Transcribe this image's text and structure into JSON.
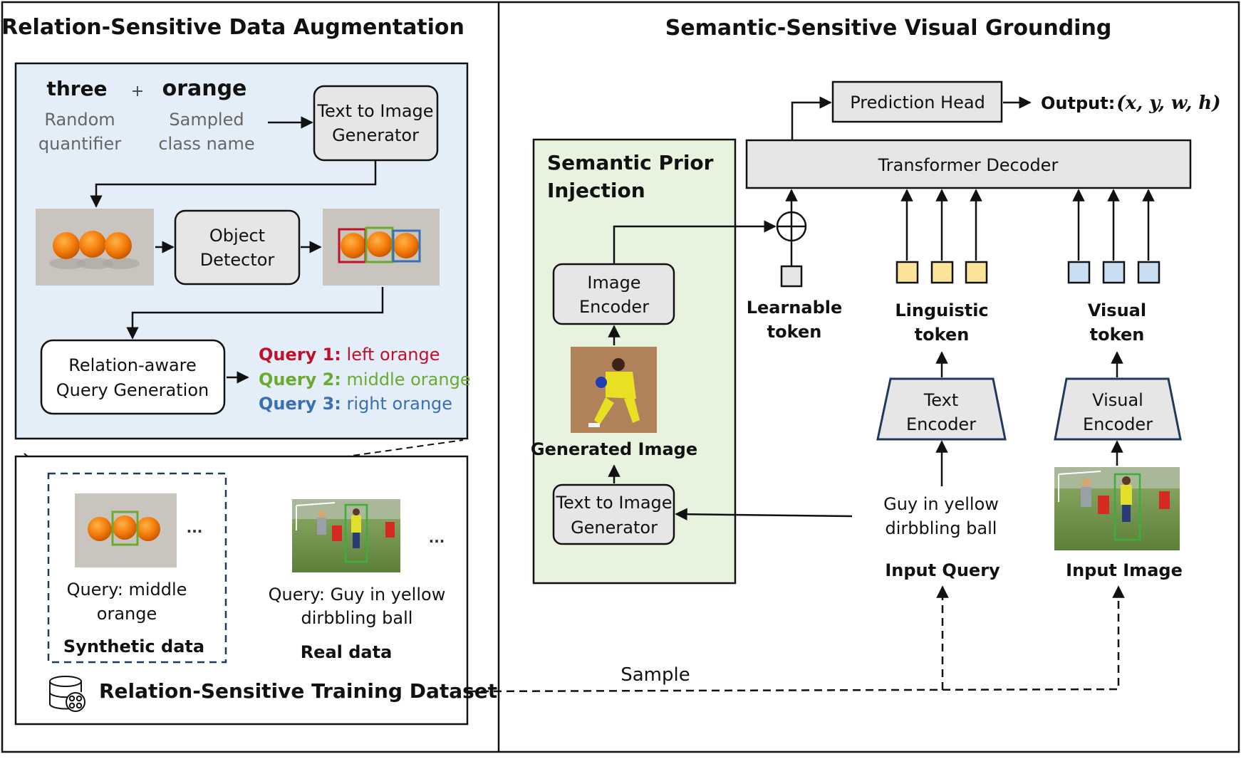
{
  "left_panel": {
    "title": "Relation-Sensitive Data Augmentation",
    "word_three": "three",
    "plus": "+",
    "word_orange": "orange",
    "random_quantifier_1": "Random",
    "random_quantifier_2": "quantifier",
    "sampled_1": "Sampled",
    "sampled_2": "class name",
    "t2i_1": "Text to Image",
    "t2i_2": "Generator",
    "detector_1": "Object",
    "detector_2": "Detector",
    "relation_1": "Relation-aware",
    "relation_2": "Query Generation",
    "queries": [
      {
        "label": "Query 1:",
        "text": " left orange",
        "color": "#c0102a"
      },
      {
        "label": "Query 2:",
        "text": " middle orange",
        "color": "#6aab2e"
      },
      {
        "label": "Query 3:",
        "text": " right orange",
        "color": "#3a6fb5"
      }
    ],
    "ellipsis": "...",
    "synthetic_query_1": "Query: middle",
    "synthetic_query_2": "orange",
    "synthetic_label": "Synthetic data",
    "real_query_1": "Query: Guy in yellow",
    "real_query_2": "dirbbling ball",
    "real_label": "Real data",
    "dataset_label": "Relation-Sensitive Training Dataset"
  },
  "right_panel": {
    "title": "Semantic-Sensitive Visual Grounding",
    "prediction_head": "Prediction Head",
    "output_label": "Output:",
    "output_math": "(x, y, w, h)",
    "transformer_decoder": "Transformer Decoder",
    "spi_title_1": "Semantic Prior",
    "spi_title_2": "Injection",
    "image_encoder_1": "Image",
    "image_encoder_2": "Encoder",
    "generated_image": "Generated Image",
    "t2i_1": "Text to Image",
    "t2i_2": "Generator",
    "learnable_1": "Learnable",
    "learnable_2": "token",
    "linguistic_1": "Linguistic",
    "linguistic_2": "token",
    "visual_1": "Visual",
    "visual_2": "token",
    "text_encoder_1": "Text",
    "text_encoder_2": "Encoder",
    "visual_encoder_1": "Visual",
    "visual_encoder_2": "Encoder",
    "query_1": "Guy in yellow",
    "query_2": "dirbbling ball",
    "input_query": "Input Query",
    "input_image": "Input Image",
    "sample": "Sample"
  },
  "colors": {
    "light_blue_panel": "#e3eef9",
    "light_green_panel": "#e8f3df",
    "box_fill": "#e6e6e6",
    "linguistic_token": "#fbe39a",
    "visual_token": "#c9def2",
    "encoder_border": "#1f3a5c"
  }
}
